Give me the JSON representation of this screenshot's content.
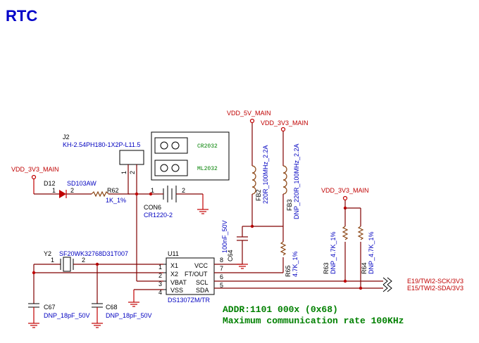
{
  "title": "RTC",
  "notes": {
    "addr": "ADDR:1101 000x (0x68)",
    "rate": "Maximum communication rate 100KHz"
  },
  "nets": {
    "vdd3v3_left": "VDD_3V3_MAIN",
    "vdd5v": "VDD_5V_MAIN",
    "vdd3v3_top": "VDD_3V3_MAIN",
    "vdd3v3_right": "VDD_3V3_MAIN",
    "scl": "E19/TWI2-SCK/3V3",
    "sda": "E15/TWI2-SDA/3V3"
  },
  "components": {
    "j2": {
      "ref": "J2",
      "value": "KH-2.54PH180-1X2P-L11.5",
      "pin1": "1",
      "pin2": "2"
    },
    "batteries": {
      "a": "CR2032",
      "b": "ML2032"
    },
    "d12": {
      "ref": "D12",
      "value": "SD103AW",
      "pin1": "1",
      "pin2": "2"
    },
    "r62": {
      "ref": "R62",
      "value": "1K_1%"
    },
    "con6": {
      "ref": "CON6",
      "value": "CR1220-2",
      "pin1": "1",
      "pin2": "2"
    },
    "y2": {
      "ref": "Y2",
      "value": "SF20WK32768D31T007",
      "pin1": "1",
      "pin2": "2"
    },
    "u11": {
      "ref": "U11",
      "value": "DS1307ZM/TR",
      "left_pins": [
        {
          "num": "1",
          "name": "X1"
        },
        {
          "num": "2",
          "name": "X2"
        },
        {
          "num": "3",
          "name": "VBAT"
        },
        {
          "num": "4",
          "name": "VSS"
        }
      ],
      "right_pins": [
        {
          "num": "8",
          "name": "VCC"
        },
        {
          "num": "7",
          "name": "FT/OUT"
        },
        {
          "num": "6",
          "name": "SCL"
        },
        {
          "num": "5",
          "name": "SDA"
        }
      ]
    },
    "c64": {
      "ref": "C64",
      "value": "100nF_50V"
    },
    "fb2": {
      "ref": "FB2",
      "value": "220R_100MHz_2.2A"
    },
    "fb3": {
      "ref": "FB3",
      "value": "DNP_220R_100MHz_2.2A"
    },
    "r65": {
      "ref": "R65",
      "value": "4.7K_1%"
    },
    "r63": {
      "ref": "R63",
      "value": "DNP_4.7K_1%"
    },
    "r64": {
      "ref": "R64",
      "value": "DNP_4.7K_1%"
    },
    "c67": {
      "ref": "C67",
      "value": "DNP_18pF_50V"
    },
    "c68": {
      "ref": "C68",
      "value": "DNP_18pF_50V"
    }
  }
}
